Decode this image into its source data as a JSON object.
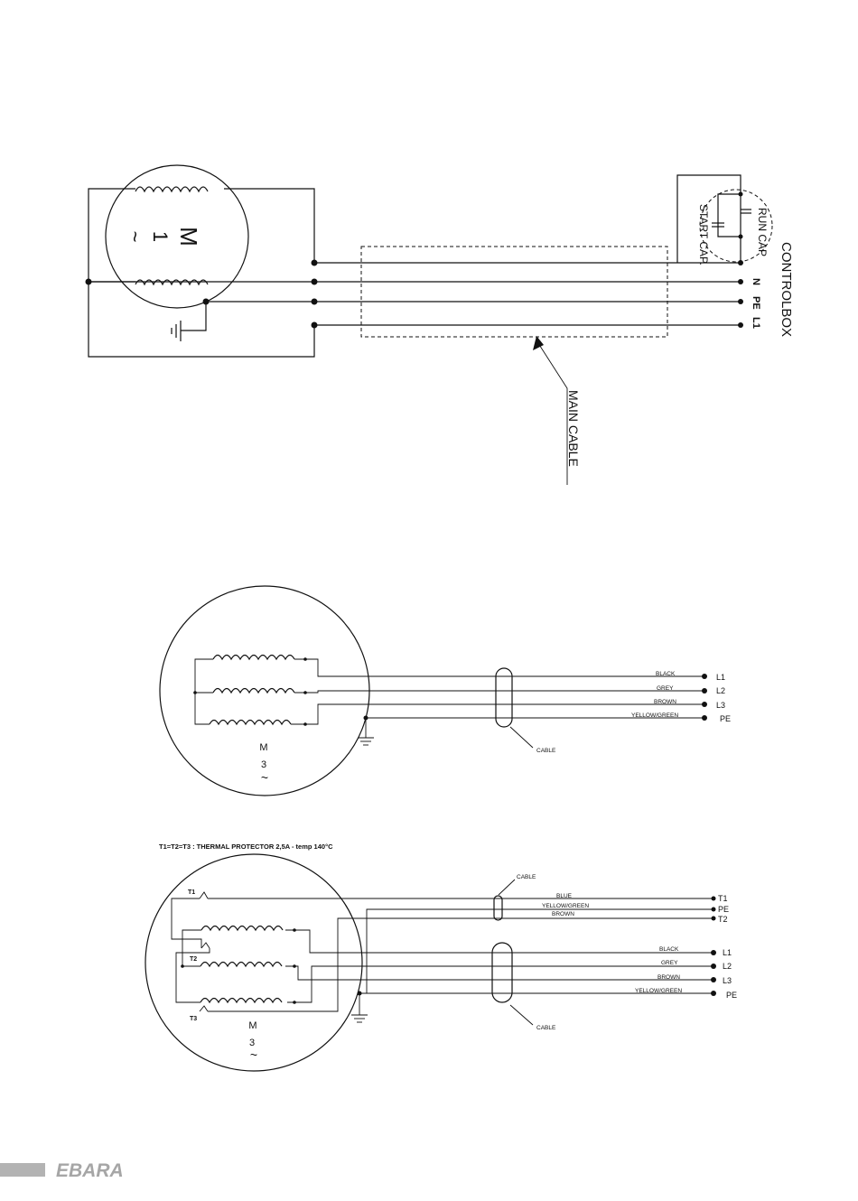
{
  "diagram1": {
    "motor_label": "M",
    "motor_phase": "1",
    "motor_tilde": "~",
    "run_cap": "RUN CAP",
    "start_cap": "START CAP.",
    "terminal_n": "N",
    "terminal_pe": "PE",
    "terminal_l1": "L1",
    "control_box": "CONTROLBOX",
    "main_cable": "MAIN  CABLE"
  },
  "diagram2": {
    "wires": [
      {
        "color": "BLACK",
        "terminal": "L1"
      },
      {
        "color": "GREY",
        "terminal": "L2"
      },
      {
        "color": "BROWN",
        "terminal": "L3"
      },
      {
        "color": "YELLOW/GREEN",
        "terminal": "PE"
      }
    ],
    "cable_label": "CABLE",
    "motor_label": "M",
    "motor_phase": "3",
    "motor_tilde": "~"
  },
  "diagram3": {
    "title": "T1=T2=T3 : THERMAL PROTECTOR  2,5A - temp 140°C",
    "protector_wires": [
      {
        "color": "BLUE",
        "terminal": "T1"
      },
      {
        "color": "YELLOW/GREEN",
        "terminal": "PE"
      },
      {
        "color": "BROWN",
        "terminal": "T2"
      }
    ],
    "power_wires": [
      {
        "color": "BLACK",
        "terminal": "L1"
      },
      {
        "color": "GREY",
        "terminal": "L2"
      },
      {
        "color": "BROWN",
        "terminal": "L3"
      },
      {
        "color": "YELLOW/GREEN",
        "terminal": "PE"
      }
    ],
    "protectors": [
      "T1",
      "T2",
      "T3"
    ],
    "cable_label_top": "CABLE",
    "cable_label_bottom": "CABLE",
    "motor_label": "M",
    "motor_phase": "3",
    "motor_tilde": "~"
  },
  "footer": {
    "brand": "EBARA"
  }
}
